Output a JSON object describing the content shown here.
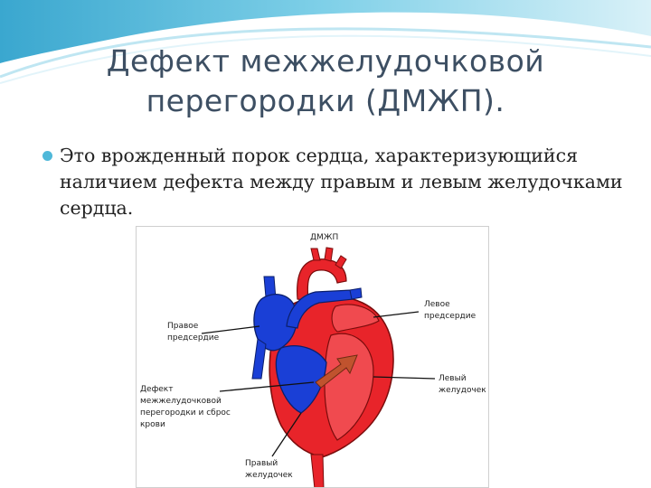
{
  "slide": {
    "title_line1": "Дефект межжелудочковой",
    "title_line2": "перегородки (ДМЖП).",
    "bullet": "Это врожденный порок сердца, характеризующийся наличием дефекта между правым и левым желудочками сердца."
  },
  "figure": {
    "caption": "ДМЖП",
    "labels": {
      "right_atrium": "Правое\nпредсердие",
      "left_atrium": "Левое\nпредсердие",
      "left_ventricle": "Левый\nжелудочек",
      "defect": "Дефект\nмежжелудочковой\nперегородки и сброс\nкрови",
      "right_ventricle": "Правый\nжелудочек"
    }
  },
  "colors": {
    "title": "#3d4f63",
    "accent": "#4fb8d9",
    "oxygenated": "#e8242a",
    "deoxygenated": "#1a3fd6",
    "shunt_arrow": "#c0532e"
  }
}
